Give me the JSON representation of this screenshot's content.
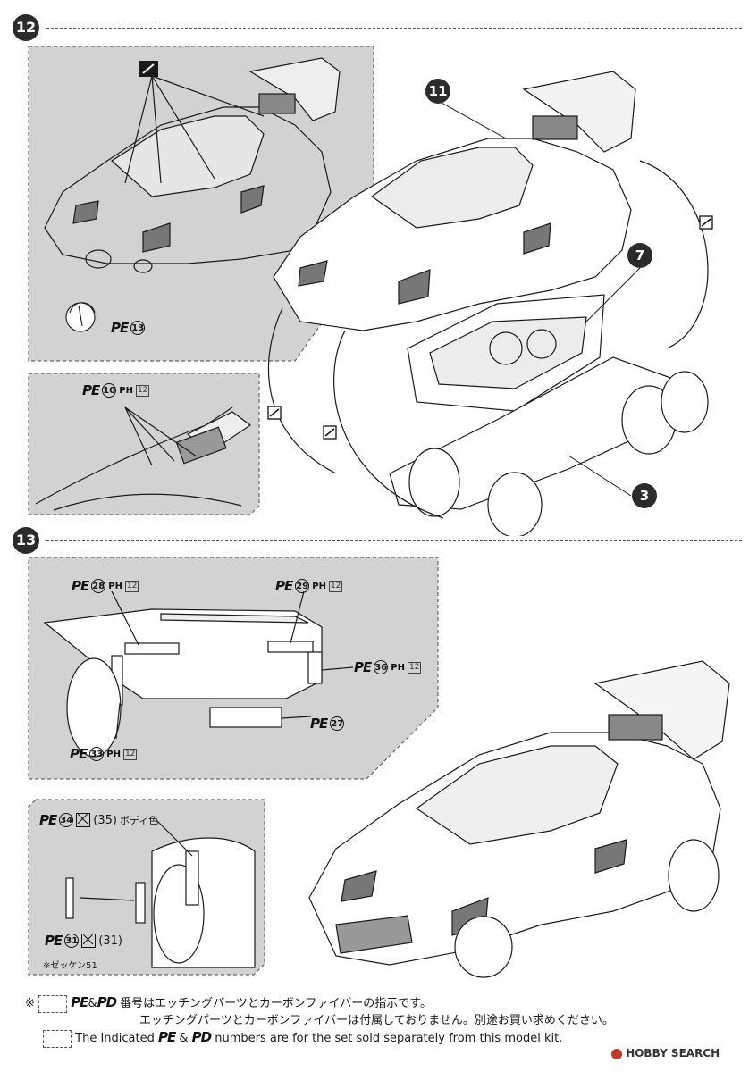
{
  "steps": {
    "step12": "12",
    "step13": "13"
  },
  "parts": {
    "body": "11",
    "interior": "7",
    "chassis": "3"
  },
  "pe_labels": {
    "pe": "PE",
    "pd": "PD",
    "ph": "PH",
    "ph_box": "12",
    "n13": "13",
    "n10": "10",
    "n28": "28",
    "n29": "29",
    "n36": "36",
    "n27": "27",
    "n33": "33",
    "n34": "34",
    "n35": "(35)",
    "n31": "31",
    "n31b": "(31)",
    "body_color": "ボディ色",
    "zekken": "※ゼッケン51"
  },
  "footer": {
    "asterisk": "※",
    "amp": "&",
    "line1": "番号はエッチングパーツとカーボンファイバーの指示です。",
    "line2": "エッチングパーツとカーボンファイバーは付属しておりません。別途お買い求めください。",
    "line3_pre": "The Indicated",
    "line3_post": "numbers are for the set sold separately from this model kit."
  },
  "watermark": {
    "brand": "HOBBY SEARCH"
  },
  "colors": {
    "panel_bg": "#d2d2d2",
    "badge_bg": "#2b2b2b",
    "line": "#1a1a1a"
  },
  "icons": {
    "glue": "glue-icon",
    "cement": "cement-icon",
    "cut": "cut-icon"
  }
}
